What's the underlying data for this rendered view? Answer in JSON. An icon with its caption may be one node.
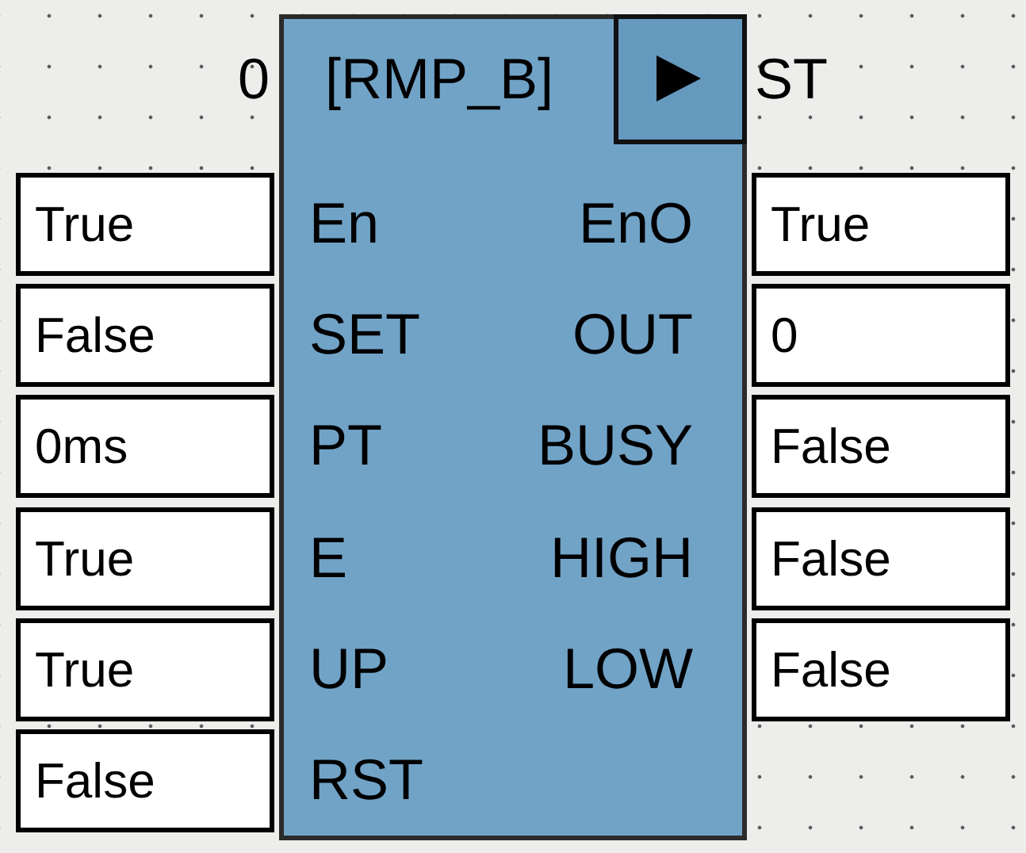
{
  "diagram": {
    "nodes": [
      {
        "text": [
          "[RMP_B]",
          "En",
          "EnO",
          "SET",
          "OUT",
          "PT",
          "BUSY",
          "E",
          "HIGH",
          "UP",
          "LOW",
          "RST"
        ],
        "beside": [
          "0",
          "ST"
        ]
      },
      {
        "text": [],
        "shape": "box",
        "in": 0
      },
      {
        "text": [
          "True"
        ]
      },
      {
        "text": [
          "True"
        ]
      },
      {
        "text": [
          "False"
        ]
      },
      {
        "text": [
          "0"
        ]
      },
      {
        "text": [
          "0ms"
        ]
      },
      {
        "text": [
          "False"
        ]
      },
      {
        "text": [
          "True"
        ]
      },
      {
        "text": [
          "False"
        ]
      },
      {
        "text": [
          "True"
        ]
      },
      {
        "text": [
          "False"
        ]
      },
      {
        "text": [
          "False"
        ]
      }
    ]
  }
}
